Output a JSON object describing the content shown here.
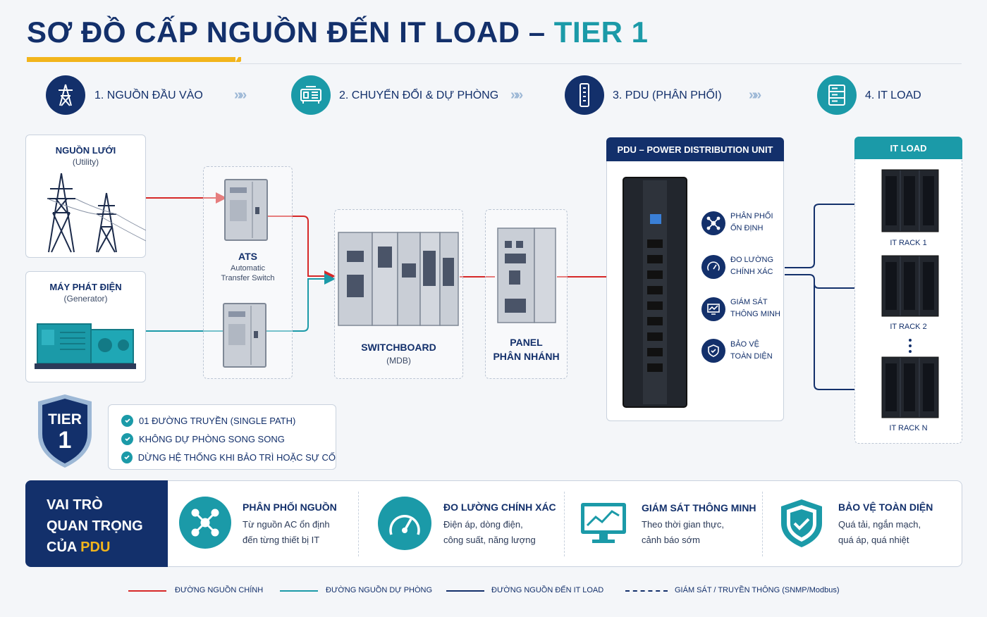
{
  "title": {
    "main": "SƠ ĐỒ CẤP NGUỒN ĐẾN IT LOAD –",
    "accent": "TIER 1"
  },
  "steps": [
    {
      "label": "1. NGUỒN ĐẦU VÀO",
      "icon": "power-tower-icon",
      "color": "#13306b"
    },
    {
      "label": "2. CHUYỂN ĐỔI & DỰ PHÒNG",
      "icon": "generator-icon",
      "color": "#1b9aa8"
    },
    {
      "label": "3. PDU (PHÂN PHỐI)",
      "icon": "pdu-icon",
      "color": "#13306b"
    },
    {
      "label": "4. IT LOAD",
      "icon": "server-icon",
      "color": "#1b9aa8"
    }
  ],
  "chevron": "»»",
  "grid": {
    "title": "NGUỒN LƯỚI",
    "sub": "(Utility)"
  },
  "generator": {
    "title": "MÁY PHÁT ĐIỆN",
    "sub": "(Generator)"
  },
  "ats": {
    "title": "ATS",
    "sub1": "Automatic",
    "sub2": "Transfer Switch"
  },
  "switchboard": {
    "title": "SWITCHBOARD",
    "sub": "(MDB)"
  },
  "panel": {
    "line1": "PANEL",
    "line2": "PHÂN NHÁNH"
  },
  "pdu": {
    "header": "PDU – POWER DISTRIBUTION UNIT",
    "features": [
      {
        "l1": "PHÂN PHỐI",
        "l2": "ỔN ĐỊNH",
        "icon": "distribution-icon"
      },
      {
        "l1": "ĐO LƯỜNG",
        "l2": "CHÍNH XÁC",
        "icon": "gauge-icon"
      },
      {
        "l1": "GIÁM SÁT",
        "l2": "THÔNG MINH",
        "icon": "monitor-icon"
      },
      {
        "l1": "BẢO VỆ",
        "l2": "TOÀN DIỆN",
        "icon": "shield-icon"
      }
    ]
  },
  "itload": {
    "header": "IT LOAD",
    "racks": [
      "IT RACK 1",
      "IT RACK 2",
      "IT RACK N"
    ]
  },
  "tier": {
    "word": "TIER",
    "num": "1"
  },
  "tier_points": [
    "01 ĐƯỜNG TRUYỀN (SINGLE PATH)",
    "KHÔNG DỰ PHÒNG SONG SONG",
    "DỪNG HỆ THỐNG KHI BẢO TRÌ HOẶC SỰ CỐ"
  ],
  "roles": {
    "heading1": "VAI TRÒ",
    "heading2": "QUAN TRỌNG",
    "heading3a": "CỦA ",
    "heading3b": "PDU",
    "items": [
      {
        "title": "PHÂN PHỐI NGUỒN",
        "d1": "Từ nguồn AC ổn định",
        "d2": "đến từng thiết bị IT",
        "icon": "distribution-icon"
      },
      {
        "title": "ĐO LƯỜNG CHÍNH XÁC",
        "d1": "Điện áp, dòng điện,",
        "d2": "công suất, năng lượng",
        "icon": "gauge-icon"
      },
      {
        "title": "GIÁM SÁT THÔNG MINH",
        "d1": "Theo thời gian thực,",
        "d2": "cảnh báo sớm",
        "icon": "monitor-icon"
      },
      {
        "title": "BẢO VỆ TOÀN DIỆN",
        "d1": "Quá tải, ngắn mạch,",
        "d2": "quá áp, quá nhiệt",
        "icon": "shield-icon"
      }
    ]
  },
  "legend": [
    {
      "label": "ĐƯỜNG NGUỒN CHÍNH",
      "color": "#d62828"
    },
    {
      "label": "ĐƯỜNG NGUỒN DỰ PHÒNG",
      "color": "#1b9aa8"
    },
    {
      "label": "ĐƯỜNG NGUỒN ĐẾN IT LOAD",
      "color": "#13306b"
    },
    {
      "label": "GIÁM SÁT / TRUYỀN THÔNG (SNMP/Modbus)",
      "color": "#13306b"
    }
  ]
}
